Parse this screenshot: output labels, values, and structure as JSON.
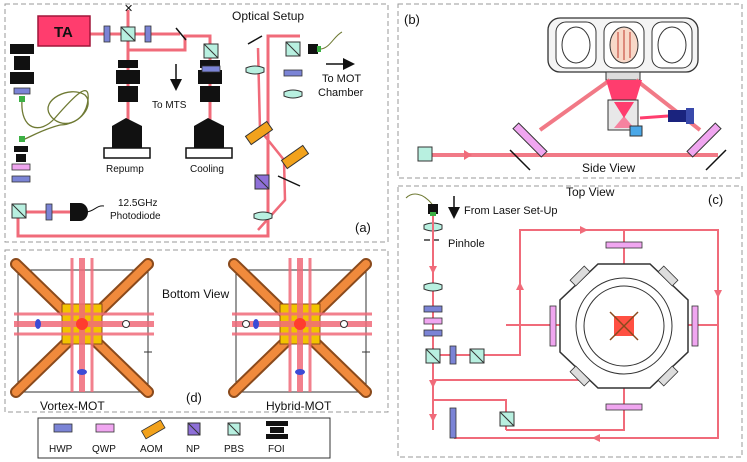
{
  "panels": {
    "a": {
      "label": "(a)",
      "title": "Optical  Setup"
    },
    "b": {
      "label": "(b)",
      "caption": "Side View"
    },
    "c": {
      "label": "(c)",
      "caption": "Top View"
    },
    "d": {
      "label": "(d)",
      "caption": "Bottom View"
    }
  },
  "labels": {
    "ta": "TA",
    "to_mts": "To MTS",
    "to_mot_line1": "To MOT",
    "to_mot_line2": "Chamber",
    "repump": "Repump",
    "cooling": "Cooling",
    "photodiode_line1": "12.5GHz",
    "photodiode_line2": "Photodiode",
    "from_laser": "From Laser Set-Up",
    "pinhole": "Pinhole",
    "vortex_mot": "Vortex-MOT",
    "hybrid_mot": "Hybrid-MOT"
  },
  "legend": [
    {
      "key": "hwp",
      "label": "HWP",
      "color": "#7b84d6"
    },
    {
      "key": "qwp",
      "label": "QWP",
      "color": "#f0a6f0"
    },
    {
      "key": "aom",
      "label": "AOM",
      "color": "#f2a21c"
    },
    {
      "key": "np",
      "label": "NP",
      "color": "#8e6fd8"
    },
    {
      "key": "pbs",
      "label": "PBS",
      "color": "#b8f0e0"
    },
    {
      "key": "foi",
      "label": "FOI",
      "color": "#000000"
    }
  ],
  "colors": {
    "beam": "#f06b7a",
    "beam_light": "#f7a8b2",
    "ta_fill": "#ff3d6e",
    "coil": "#f08a3c",
    "coil_dark": "#8a4a1c",
    "mot_yellow": "#f2c300",
    "panel_border": "#999999"
  }
}
